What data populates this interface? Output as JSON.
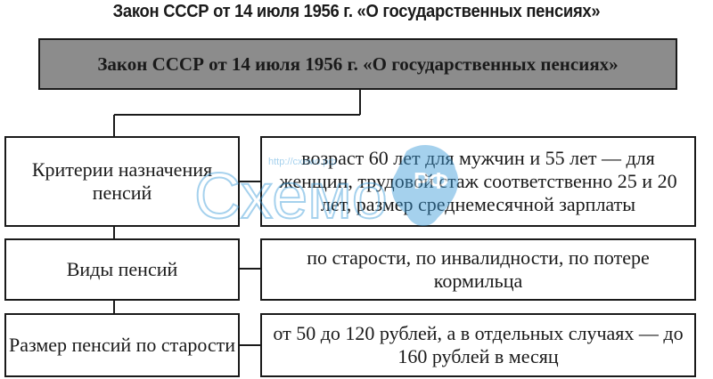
{
  "title": "Закон СССР от 14 июля 1956 г. «О государственных пенсиях»",
  "header": "Закон СССР от 14 июля 1956 г. «О государственных пенсиях»",
  "rows": [
    {
      "label": "Критерии назначения пенсий",
      "text": "возраст 60 лет для мужчин и 55 лет — для женщин, трудовой стаж соответственно 25 и 20 лет, размер среднемесячной зарплаты"
    },
    {
      "label": "Виды пенсий",
      "text": "по старости, по инвалидности, по потере кормильца"
    },
    {
      "label": "Размер пенсий по старости",
      "text": "от 50 до 120 рублей, а в отдельных случаях — до 160 рублей в месяц"
    }
  ],
  "watermark": {
    "brand": "Схемо",
    "domain": "РФ",
    "url": "http://схемо.рф",
    "color": "#3a9ad9"
  }
}
